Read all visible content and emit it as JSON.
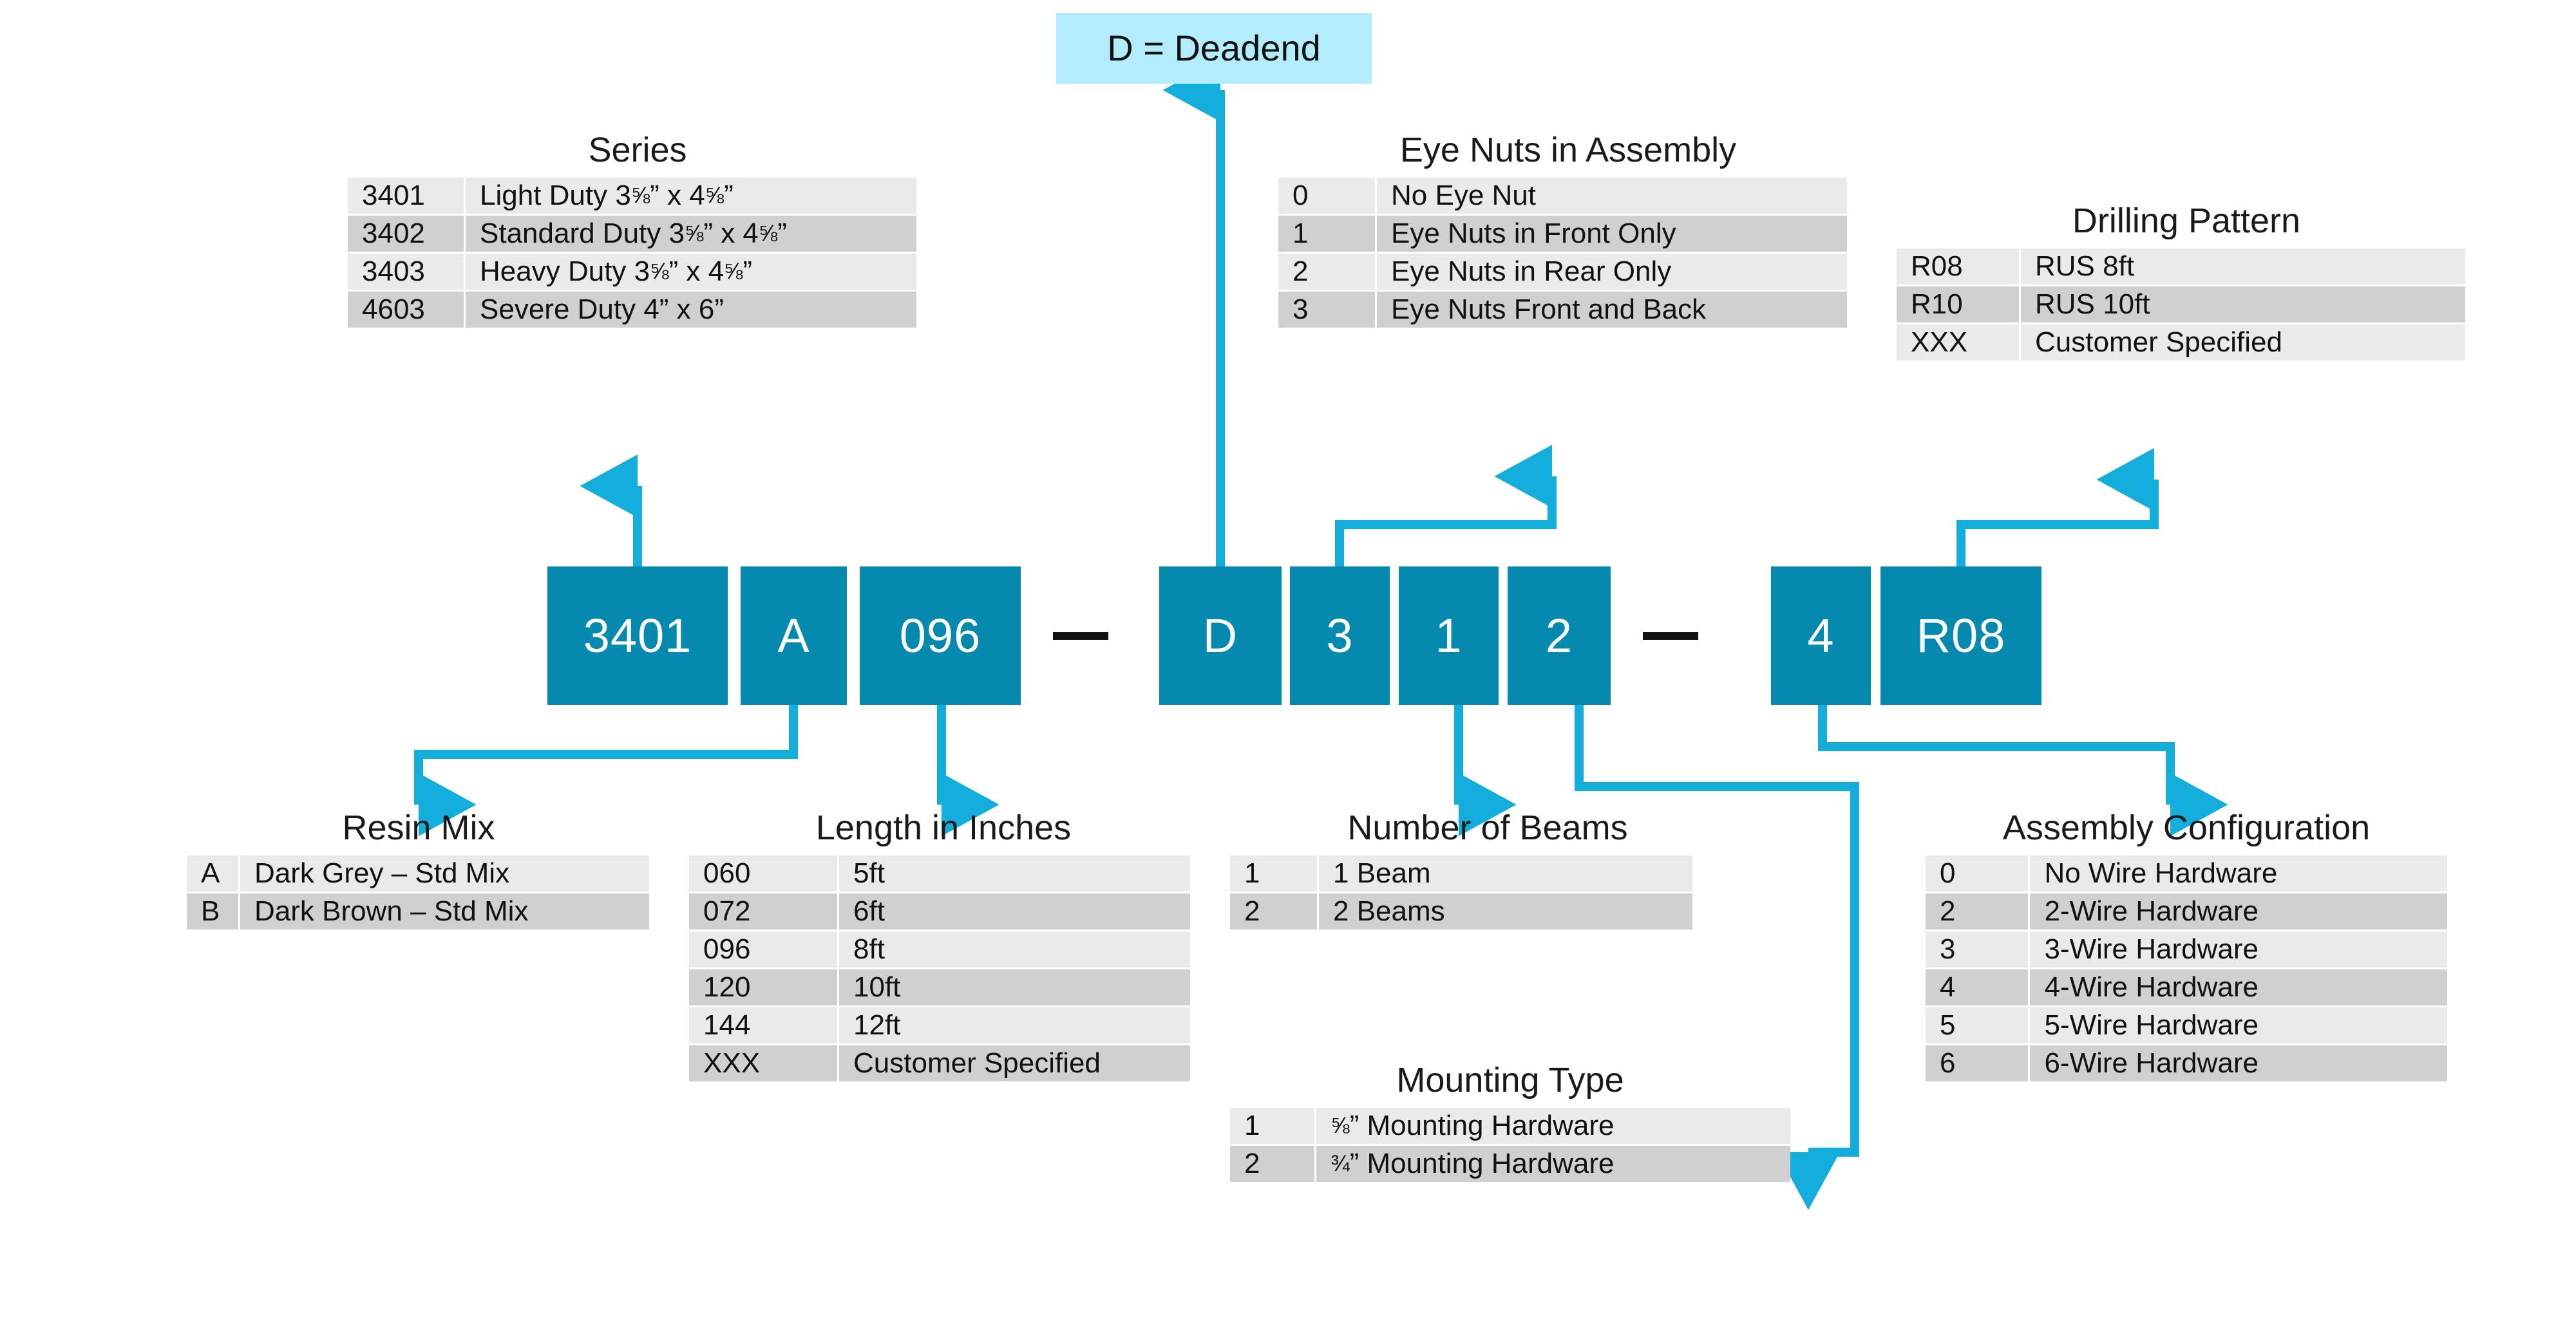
{
  "colors": {
    "block_teal": "#0589AE",
    "connector_blue": "#13AEDC",
    "callout_bg": "#B3EDFB",
    "row_light": "#EAEAEA",
    "row_dark": "#D0D0D0",
    "dash_black": "#111111",
    "page_bg": "#FFFFFF"
  },
  "callout": {
    "text": "D = Deadend"
  },
  "part_number": {
    "segments": [
      {
        "id": "series",
        "value": "3401"
      },
      {
        "id": "resin-mix",
        "value": "A"
      },
      {
        "id": "length",
        "value": "096"
      },
      {
        "id": "separator-1",
        "value": "—"
      },
      {
        "id": "deadend",
        "value": "D"
      },
      {
        "id": "eye-nuts",
        "value": "3"
      },
      {
        "id": "beams",
        "value": "1"
      },
      {
        "id": "mounting",
        "value": "2"
      },
      {
        "id": "separator-2",
        "value": "—"
      },
      {
        "id": "assembly",
        "value": "4"
      },
      {
        "id": "drilling",
        "value": "R08"
      }
    ]
  },
  "tables": {
    "series": {
      "title": "Series",
      "rows": [
        {
          "code": "3401",
          "desc": "Light Duty 3⅝” x 4⅝”",
          "desc_parts": [
            "Light Duty 3",
            "5/8",
            "” x 4",
            "5/8",
            "”"
          ]
        },
        {
          "code": "3402",
          "desc": "Standard Duty 3⅝” x 4⅝”",
          "desc_parts": [
            "Standard Duty 3",
            "5/8",
            "” x 4",
            "5/8",
            "”"
          ]
        },
        {
          "code": "3403",
          "desc": "Heavy Duty 3⅝” x 4⅝”",
          "desc_parts": [
            "Heavy Duty 3",
            "5/8",
            "” x 4",
            "5/8",
            "”"
          ]
        },
        {
          "code": "4603",
          "desc": "Severe Duty 4” x 6”",
          "desc_parts": [
            "Severe Duty 4” x 6”"
          ]
        }
      ]
    },
    "eye_nuts": {
      "title": "Eye Nuts in Assembly",
      "rows": [
        {
          "code": "0",
          "desc": "No Eye Nut"
        },
        {
          "code": "1",
          "desc": "Eye Nuts in Front Only"
        },
        {
          "code": "2",
          "desc": "Eye Nuts in Rear Only"
        },
        {
          "code": "3",
          "desc": "Eye Nuts Front and Back"
        }
      ]
    },
    "drilling_pattern": {
      "title": "Drilling Pattern",
      "rows": [
        {
          "code": "R08",
          "desc": "RUS 8ft"
        },
        {
          "code": "R10",
          "desc": "RUS 10ft"
        },
        {
          "code": "XXX",
          "desc": "Customer Specified"
        }
      ]
    },
    "resin_mix": {
      "title": "Resin Mix",
      "rows": [
        {
          "code": "A",
          "desc": "Dark Grey – Std Mix"
        },
        {
          "code": "B",
          "desc": "Dark Brown – Std Mix"
        }
      ]
    },
    "length_in_inches": {
      "title": "Length in Inches",
      "rows": [
        {
          "code": "060",
          "desc": "5ft"
        },
        {
          "code": "072",
          "desc": "6ft"
        },
        {
          "code": "096",
          "desc": "8ft"
        },
        {
          "code": "120",
          "desc": "10ft"
        },
        {
          "code": "144",
          "desc": "12ft"
        },
        {
          "code": "XXX",
          "desc": "Customer Specified"
        }
      ]
    },
    "number_of_beams": {
      "title": "Number of Beams",
      "rows": [
        {
          "code": "1",
          "desc": "1 Beam"
        },
        {
          "code": "2",
          "desc": "2 Beams"
        }
      ]
    },
    "mounting_type": {
      "title": "Mounting Type",
      "rows": [
        {
          "code": "1",
          "desc": "⅝” Mounting Hardware",
          "desc_parts": [
            "5/8",
            "” Mounting Hardware"
          ]
        },
        {
          "code": "2",
          "desc": "¾” Mounting Hardware",
          "desc_parts": [
            "3/4",
            "” Mounting Hardware"
          ]
        }
      ]
    },
    "assembly_configuration": {
      "title": "Assembly Configuration",
      "rows": [
        {
          "code": "0",
          "desc": "No Wire Hardware"
        },
        {
          "code": "2",
          "desc": "2-Wire Hardware"
        },
        {
          "code": "3",
          "desc": "3-Wire Hardware"
        },
        {
          "code": "4",
          "desc": "4-Wire Hardware"
        },
        {
          "code": "5",
          "desc": "5-Wire Hardware"
        },
        {
          "code": "6",
          "desc": "6-Wire Hardware"
        }
      ]
    }
  }
}
